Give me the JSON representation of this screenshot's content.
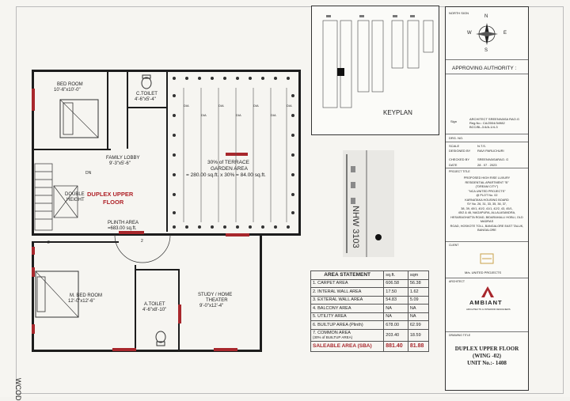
{
  "rooms": {
    "bedroom": {
      "name": "BED ROOM",
      "dim": "10'-6\"x10'-0\""
    },
    "ctoilet": {
      "name": "C.TOILET",
      "dim": "4'-6\"x5'-4\""
    },
    "family_lobby": {
      "name": "FAMILY LOBBY",
      "dim": "9'-3\"x5'-6\""
    },
    "double_height": {
      "line1": "DOUBLE",
      "line2": "HEIGHT"
    },
    "dn": "DN",
    "duplex_label": {
      "line1": "DUPLEX  UPPER",
      "line2": "FLOOR"
    },
    "terrace": {
      "line1": "30% of TERRACE",
      "line2": "GARDEN AREA",
      "line3": "= 280.00 sq.ft. x 30% = 84.00 sq.ft."
    },
    "plinth": {
      "line1": "PLINTH AREA",
      "line2": "=683.00 sq.ft."
    },
    "mbedroom": {
      "name": "M. BED ROOM",
      "dim": "12'-0\"x12'-6\""
    },
    "atoilet": {
      "name": "A.TOILET",
      "dim": "4'-6\"x8'-10\""
    },
    "study": {
      "line1": "STUDY / HOME",
      "line2": "THEATER",
      "dim": "9'-0\"x12'-4\""
    },
    "dia_labels": [
      "DIA",
      "DIA",
      "DIA",
      "DIA",
      "DIA",
      "DIA",
      "DIA"
    ],
    "door_labels": [
      "2",
      "2"
    ]
  },
  "keyplan": {
    "title": "KEYPLAN"
  },
  "photo_text": "NHW 3103",
  "area_statement": {
    "title": "AREA STATEMENT",
    "col1": "sq.ft.",
    "col2": "sqm",
    "rows": [
      {
        "label": "1. CARPET AREA",
        "sqft": "606.58",
        "sqm": "56.38"
      },
      {
        "label": "2. INTERAL WALL AREA",
        "sqft": "17.50",
        "sqm": "1.62"
      },
      {
        "label": "3. EXTERAL WALL AREA",
        "sqft": "54.83",
        "sqm": "5.09"
      },
      {
        "label": "4. BALCONY AREA",
        "sqft": "NA",
        "sqm": "NA"
      },
      {
        "label": "5. UTILITY AREA",
        "sqft": "NA",
        "sqm": "NA"
      },
      {
        "label": "6. BUILTUP AREA (Plinth)",
        "sqft": "678.00",
        "sqm": "62.99"
      },
      {
        "label": "7. COMMON AREA",
        "sub": "(30% of BUILTUP AREA)",
        "sqft": "203.40",
        "sqm": "18.59"
      }
    ],
    "saleable_label": "SALEABLE  AREA (SBA)",
    "saleable_sqft": "881.40",
    "saleable_sqm": "81.88"
  },
  "title_block": {
    "north_sign": "NORTH SIGN",
    "compass": {
      "n": "N",
      "s": "S",
      "e": "E",
      "w": "W"
    },
    "approving": "APPROVING AUTHORITY :",
    "architect_lines": [
      "ARCHITECT SREENIVASA RAO.G",
      "Reg.No.: CA/2004/34982",
      "BCC/BL-3.6/A-1/4-3",
      "Sign"
    ],
    "drg_no": "DRG. NO.",
    "scale_label": "SCALE",
    "scale_value": "N.T.S.",
    "designed_label": "DESIGNED BY",
    "designed_value": "RAVI PARUCHURI",
    "checked_label": "CHECKED BY",
    "checked_value": "SREENIVASARAO. G",
    "date_label": "DATE",
    "date_value": "28 . 07 . 2023",
    "project_title_label": "PROJECT TITLE",
    "project_lines": [
      "PROPOSED HIGH RISE LUXURY",
      "RESIDENTIAL APARTMENT  \"B\"",
      "(\"DREAM CITY\")",
      "\"NCA UNITED PROJECTS\"",
      "@ PLOT No. 02",
      "KARNATAKA HOUSING BOARD",
      "SY No. 26, 31, 33, 35, 36, 37,",
      "38, 39, 40/1, 40/2, 41/1, 42/2, 43, 45/1,",
      "45/2 & 46, NAGAPURA, ALLALASANDRA,",
      "HESARAGHATTA ROAD, BIDARAHALLI HOBLI, OLD MADRAS",
      "ROAD, HOSKOTE TOLL, BANGALORE EAST TALUK, BANGALORE"
    ],
    "client_label": "CLIENT",
    "client_name": "M/s. UNITED PROJECTS",
    "architect_label": "ARCHITECT",
    "firm_name": "AMBIANT",
    "firm_sub": "ARCHITECTS & INTERIOR DESIGNERS",
    "drawing_title_label": "DRAWING TITLE",
    "drawing_title": "DUPLEX UPPER FLOOR",
    "wing": "(WING -02)",
    "unit": "UNIT No.:- 1408"
  },
  "bottom_edge_text": "WCOD",
  "colors": {
    "red": "#a8272c",
    "wall": "#1d1d1d",
    "paper": "#f6f5f1"
  }
}
